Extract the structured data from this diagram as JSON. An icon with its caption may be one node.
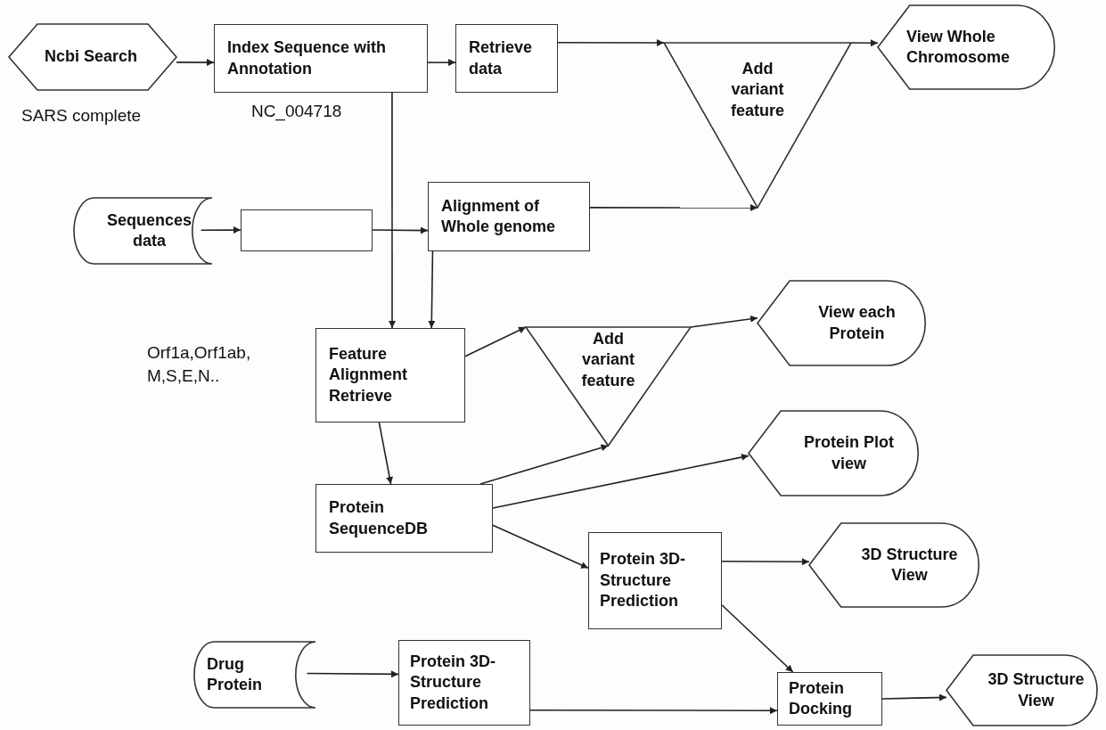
{
  "diagram": {
    "nodes": [
      {
        "text": [
          "Ncbi Search"
        ],
        "beside": [
          "SARS complete"
        ]
      },
      {
        "text": [
          "Index Sequence with Annotation"
        ]
      },
      {
        "text": [
          "Retrieve data"
        ]
      },
      {
        "text": [
          "Add variant feature"
        ]
      },
      {
        "text": [
          "View Whole Chromosome"
        ]
      },
      {
        "text": [
          "Sequences data"
        ]
      },
      {
        "text": [],
        "shape": "box"
      },
      {
        "text": [
          "Alignment of Whole genome"
        ]
      },
      {
        "text": [
          "Feature Alignment Retrieve"
        ],
        "beside": [
          "Orf1a,Orf1ab, M,S,E,N.."
        ]
      },
      {
        "text": [
          "Add variant feature"
        ]
      },
      {
        "text": [
          "View each Protein"
        ]
      },
      {
        "text": [
          "Protein Plot view"
        ]
      },
      {
        "text": [
          "Protein SequenceDB"
        ]
      },
      {
        "text": [
          "Protein 3D-Structure Prediction"
        ]
      },
      {
        "text": [
          "3D Structure View"
        ]
      },
      {
        "text": [
          "Drug Protein"
        ]
      },
      {
        "text": [
          "Protein 3D-Structure Prediction"
        ]
      },
      {
        "text": [
          "Protein Docking"
        ]
      },
      {
        "text": [
          "3D Structure View"
        ]
      }
    ],
    "edges": [
      {
        "from": 0,
        "to": 1,
        "arrow": "to"
      },
      {
        "from": 1,
        "to": 2,
        "arrow": "to"
      },
      {
        "from": 2,
        "to": 3,
        "arrow": "to"
      },
      {
        "from": 3,
        "to": 4,
        "arrow": "to"
      },
      {
        "from": 5,
        "to": 6,
        "arrow": "to"
      },
      {
        "from": 6,
        "to": 7,
        "arrow": "to"
      },
      {
        "from": 7,
        "to": 3,
        "arrow": "to"
      },
      {
        "from": 1,
        "to": 8,
        "arrow": "to",
        "label": "NC_004718"
      },
      {
        "from": 7,
        "to": 8,
        "arrow": "to"
      },
      {
        "from": 8,
        "to": 9,
        "arrow": "to"
      },
      {
        "from": 9,
        "to": 10,
        "arrow": "to"
      },
      {
        "from": 8,
        "to": 12,
        "arrow": "to"
      },
      {
        "from": 12,
        "to": 9,
        "arrow": "to"
      },
      {
        "from": 12,
        "to": 11,
        "arrow": "to"
      },
      {
        "from": 12,
        "to": 13,
        "arrow": "to"
      },
      {
        "from": 13,
        "to": 14,
        "arrow": "to"
      },
      {
        "from": 13,
        "to": 17,
        "arrow": "to"
      },
      {
        "from": 15,
        "to": 16,
        "arrow": "to"
      },
      {
        "from": 16,
        "to": 17,
        "arrow": "to"
      },
      {
        "from": 17,
        "to": 18,
        "arrow": "to"
      }
    ]
  }
}
